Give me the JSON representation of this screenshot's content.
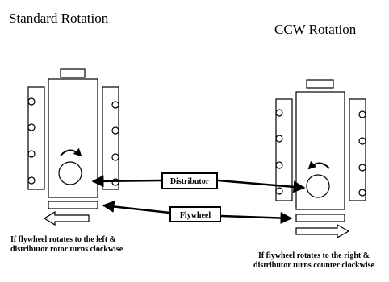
{
  "titles": {
    "left": "Standard Rotation",
    "right": "CCW Rotation"
  },
  "labels": {
    "distributor": "Distributor",
    "flywheel": "Flywheel"
  },
  "captions": {
    "left_line1": "If flywheel rotates to the left &",
    "left_line2": "distributor rotor turns clockwise",
    "right_line1": "If flywheel rotates to the right &",
    "right_line2": "distributor turns counter clockwise"
  },
  "icons": {
    "left_rotation": "clockwise-arrow-icon",
    "right_rotation": "counter-clockwise-arrow-icon",
    "left_flywheel_direction": "left-arrow-icon",
    "right_flywheel_direction": "right-arrow-icon"
  }
}
